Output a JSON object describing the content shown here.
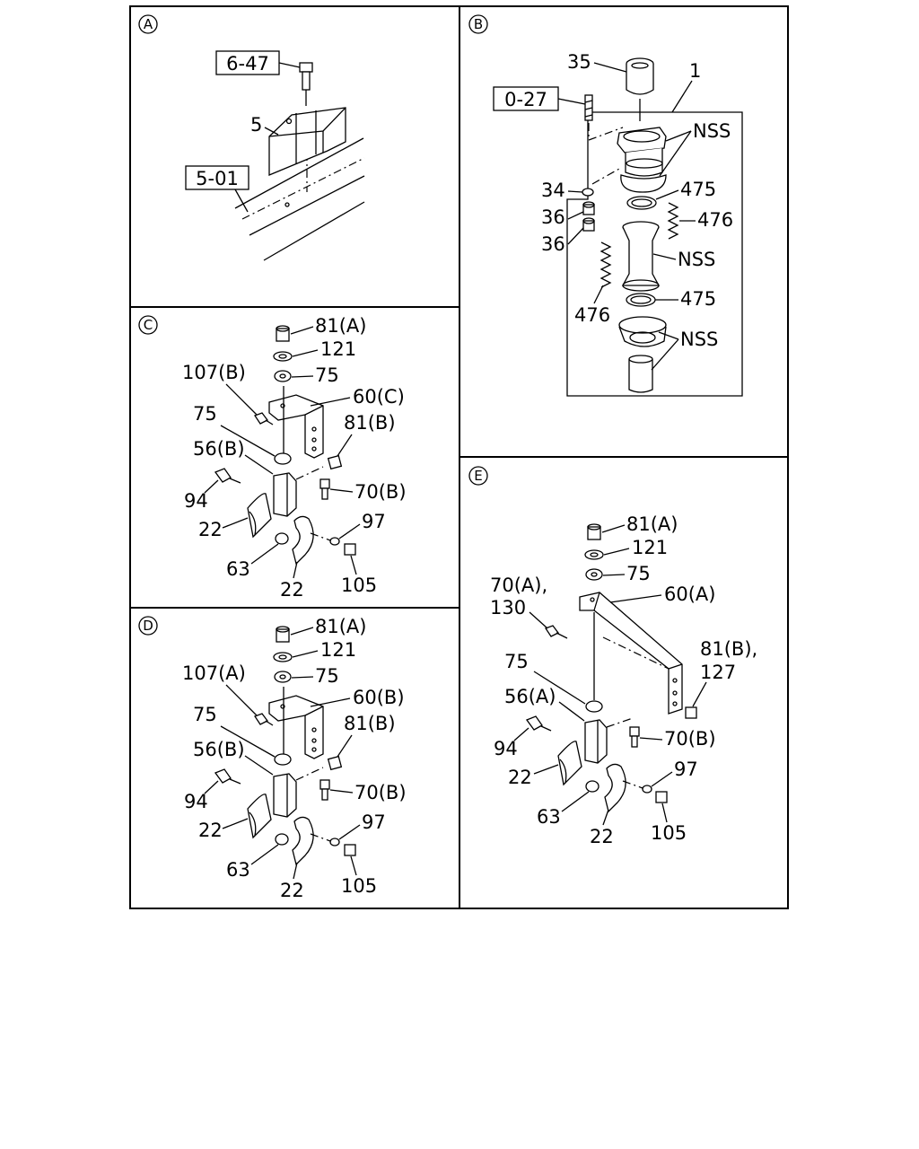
{
  "sections": {
    "a": {
      "marker": "A",
      "labels": {
        "bolt": "6-47",
        "bracket": "5",
        "frame": "5-01"
      }
    },
    "b": {
      "marker": "B",
      "labels": {
        "cap": "35",
        "assembly": "1",
        "screw": "0-27",
        "nss_top": "NSS",
        "washer": "34",
        "nut_upper": "36",
        "nut_lower": "36",
        "ring_upper": "475",
        "spring_right": "476",
        "nss_mid": "NSS",
        "spring_left": "476",
        "ring_lower": "475",
        "nss_bottom": "NSS"
      }
    },
    "c": {
      "marker": "C",
      "labels": {
        "top_nut": "81(A)",
        "washer": "121",
        "bushing_top": "75",
        "bolt_side": "107(B)",
        "bracket": "60(C)",
        "bushing_mid": "75",
        "side_nut": "81(B)",
        "insulator": "56(B)",
        "bolt_lower": "70(B)",
        "bolt_left": "94",
        "spring_washer": "97",
        "clamp_left": "22",
        "spacer": "63",
        "clamp_right": "22",
        "nut_lower": "105"
      }
    },
    "d": {
      "marker": "D",
      "labels": {
        "top_nut": "81(A)",
        "washer": "121",
        "bushing_top": "75",
        "bolt_side": "107(A)",
        "bracket": "60(B)",
        "bushing_mid": "75",
        "side_nut": "81(B)",
        "insulator": "56(B)",
        "bolt_lower": "70(B)",
        "bolt_left": "94",
        "spring_washer": "97",
        "clamp_left": "22",
        "spacer": "63",
        "clamp_right": "22",
        "nut_lower": "105"
      }
    },
    "e": {
      "marker": "E",
      "labels": {
        "top_nut": "81(A)",
        "washer": "121",
        "bushing_top": "75",
        "bolt_side_l1": "70(A),",
        "bolt_side_l2": "130",
        "bracket": "60(A)",
        "side_nut_l1": "81(B),",
        "side_nut_l2": "127",
        "bushing_mid": "75",
        "insulator": "56(A)",
        "bolt_left": "94",
        "bolt_lower": "70(B)",
        "clamp_left": "22",
        "spring_washer": "97",
        "spacer": "63",
        "clamp_right": "22",
        "nut_lower": "105"
      }
    }
  }
}
